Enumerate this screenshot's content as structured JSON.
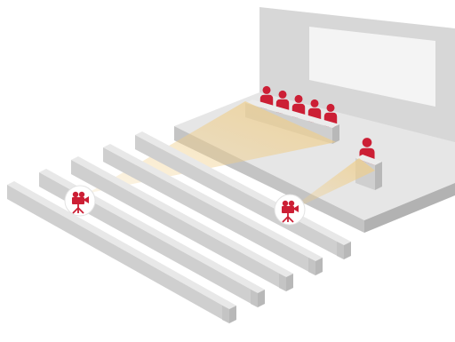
{
  "colors": {
    "background": "#ffffff",
    "back_wall": "#d7d7d7",
    "projection_screen": "#f4f4f4",
    "stage_top": "#e6e6e6",
    "stage_front": "#c4c4c4",
    "stage_side": "#b2b2b2",
    "bench_top": "#e8e8e8",
    "bench_face": "#cfcfcf",
    "bench_side": "#b8b8b8",
    "person_red": "#cc1f35",
    "camera_badge": "#ffffff",
    "camera_view_beam": "#f0cd86"
  },
  "scene": {
    "panel_members_count": 5,
    "speakers_count": 1,
    "bench_rows_count": 5,
    "cameras": [
      {
        "name": "audience-camera",
        "icon": "video-camera-icon",
        "target": "panel-table"
      },
      {
        "name": "side-camera",
        "icon": "video-camera-icon",
        "target": "lectern"
      }
    ]
  }
}
